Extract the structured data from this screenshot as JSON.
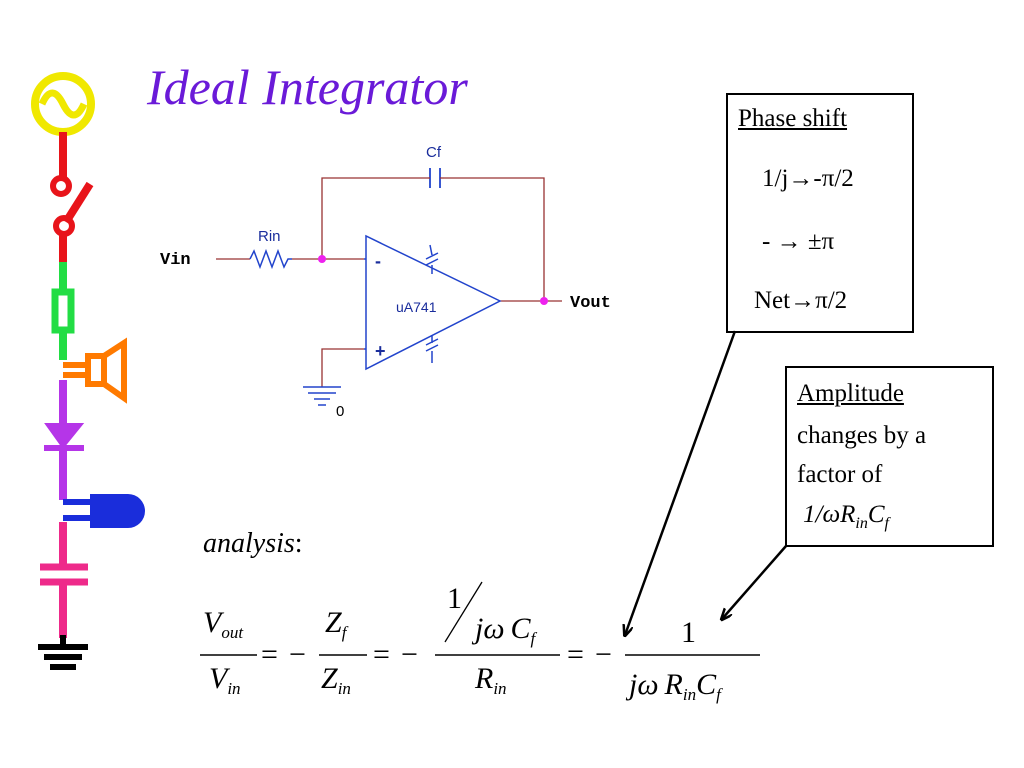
{
  "slide": {
    "title": "Ideal Integrator"
  },
  "circuit": {
    "vin_label": "Vin",
    "vout_label": "Vout",
    "rin_label": "Rin",
    "cf_label": "Cf",
    "opamp_label": "uA741",
    "ground_label": "0",
    "inverting_sign": "-",
    "noninverting_sign": "+"
  },
  "phase_box": {
    "heading": "Phase shift",
    "line1": "1/j→-π/2",
    "line2": "- → ±π",
    "line3": "Net→π/2"
  },
  "amplitude_box": {
    "heading": "Amplitude",
    "line1": "changes by a",
    "line2": "factor of",
    "factor_prefix": "1/ωR",
    "factor_sub1": "in",
    "factor_mid": "C",
    "factor_sub2": "f"
  },
  "analysis": {
    "label": "analysis",
    "colon": ":",
    "vout": "V",
    "vout_sub": "out",
    "vin": "V",
    "vin_sub": "in",
    "zf": "Z",
    "zf_sub": "f",
    "zin": "Z",
    "zin_sub": "in",
    "rin": "R",
    "rin_sub": "in",
    "one": "1",
    "jw": "jω",
    "c": "C",
    "c_sub": "f",
    "eq": "=",
    "minus": "−"
  },
  "colors": {
    "title": "#6a1ad8",
    "wire": "#993333",
    "opamp": "#2244cc",
    "node": "#ee22ee",
    "sidebar_yellow": "#f0e800",
    "sidebar_red": "#e8141a",
    "sidebar_green": "#22dd44",
    "sidebar_orange": "#ff7a00",
    "sidebar_purple": "#b535e8",
    "sidebar_blue": "#1a2ddb",
    "sidebar_pink": "#ee2a8a"
  },
  "icons": [
    "ac-source-icon",
    "switch-icon",
    "resistor-icon",
    "speaker-icon",
    "diode-icon",
    "led-icon",
    "capacitor-icon",
    "ground-icon"
  ]
}
